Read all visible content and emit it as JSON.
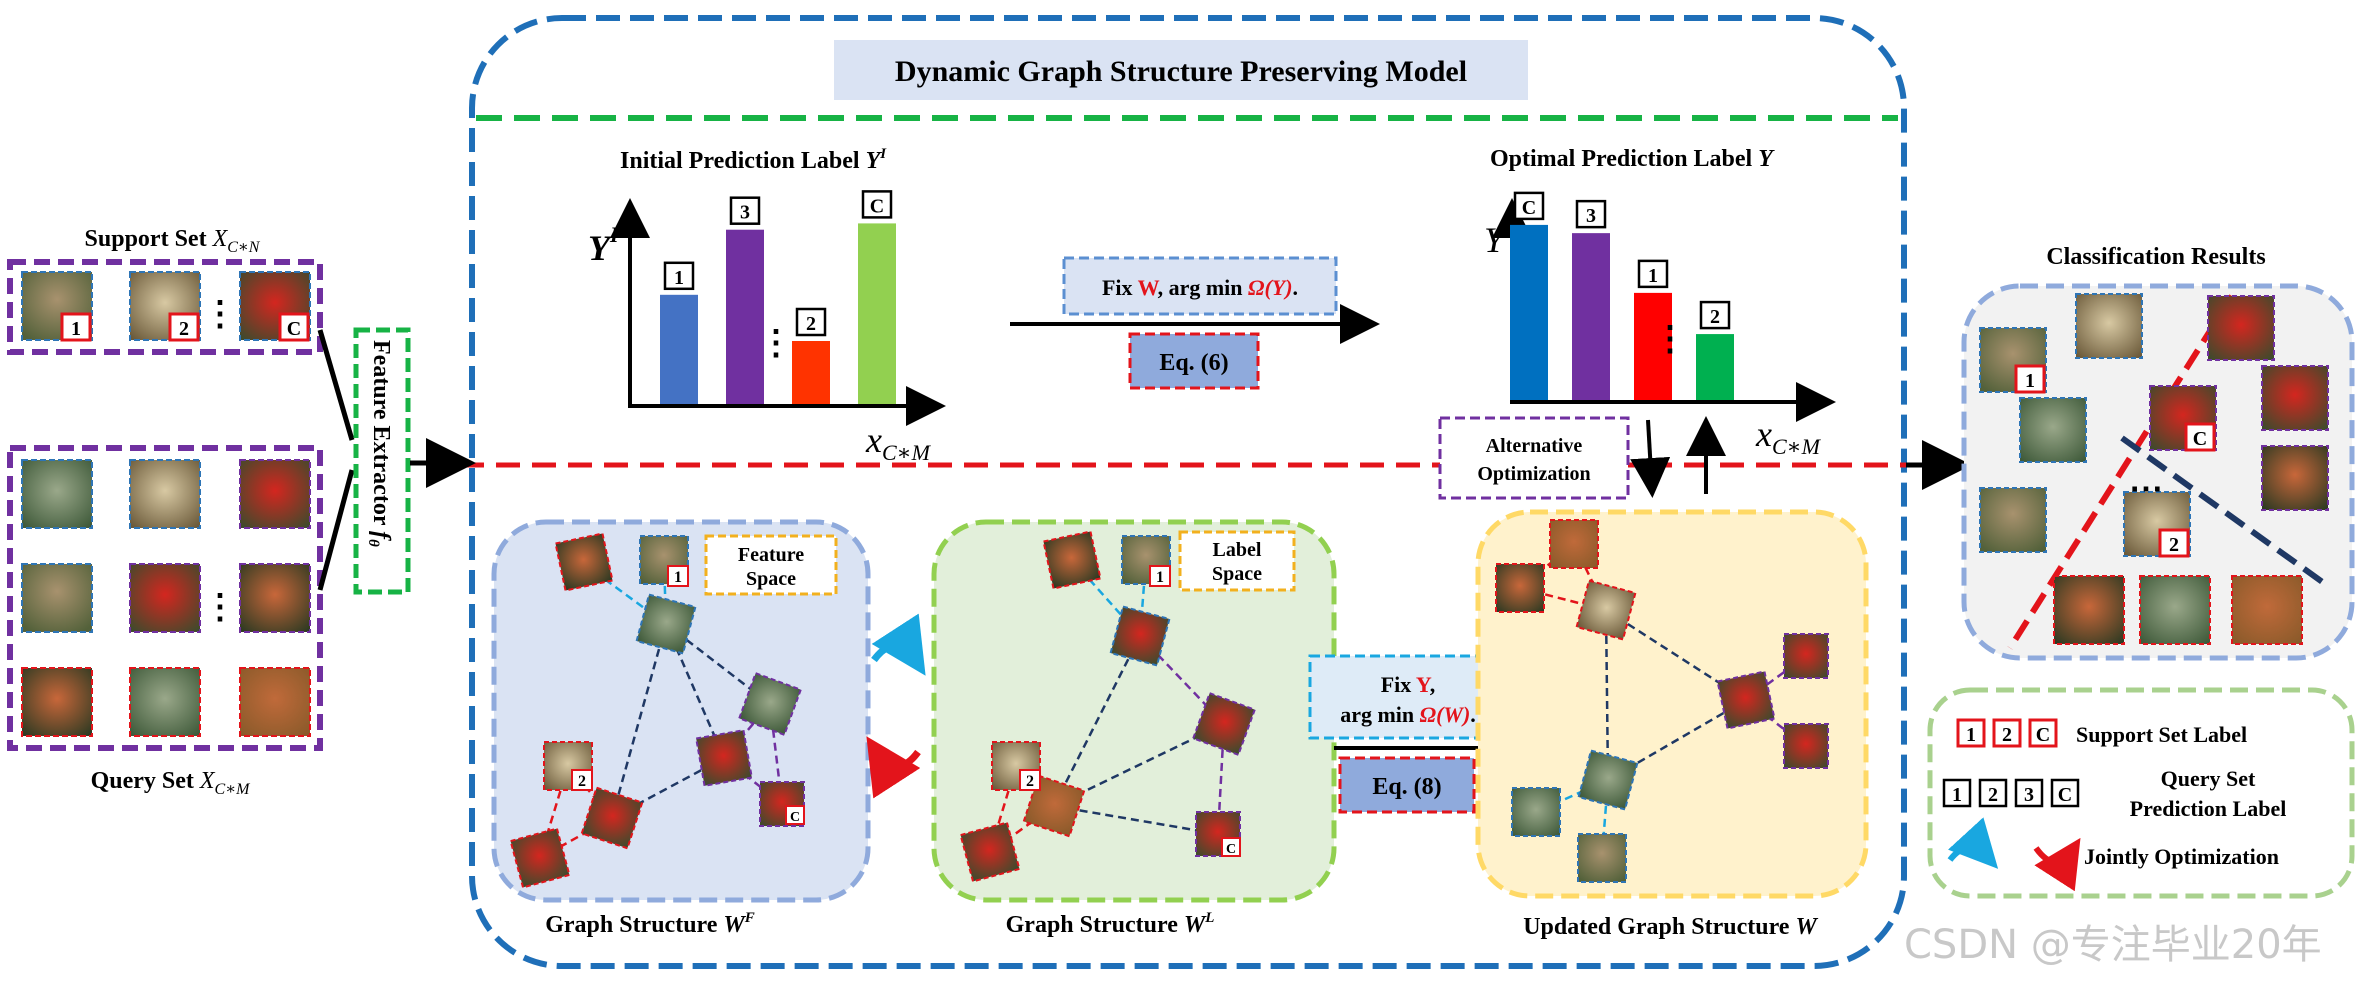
{
  "title": "Dynamic Graph Structure Preserving Model",
  "support_set": {
    "label": "Support Set",
    "var": "X",
    "sub": "C∗N",
    "labels": [
      "1",
      "2",
      "C"
    ],
    "dots": "⋮"
  },
  "query_set": {
    "label": "Query  Set",
    "var": "X",
    "sub": "C∗M",
    "dots": "⋮"
  },
  "feature_extractor": {
    "label": "Feature Extractor",
    "var": "f",
    "sub": "θ"
  },
  "initial_chart": {
    "title": "Initial Prediction Label",
    "title_var": "Y",
    "title_sup": "I",
    "ylabel": "Y",
    "ylabel_sup": "I",
    "xlabel": "x",
    "xlabel_sub": "C∗M",
    "categories": [
      "1",
      "3",
      "2",
      "C"
    ],
    "values": [
      0.52,
      0.83,
      0.3,
      0.86
    ],
    "colors": [
      "#4472c4",
      "#7030a0",
      "#ff3300",
      "#92d050"
    ],
    "dots": "⋮"
  },
  "optimal_chart": {
    "title": "Optimal Prediction Label",
    "title_var": "Y",
    "ylabel": "Y",
    "xlabel": "x",
    "xlabel_sub": "C∗M",
    "categories": [
      "C",
      "3",
      "1",
      "2"
    ],
    "values": [
      0.85,
      0.81,
      0.52,
      0.32
    ],
    "colors": [
      "#0070c0",
      "#7030a0",
      "#ff0000",
      "#00b050"
    ],
    "dots": "⋮"
  },
  "fix_w": {
    "prefix": "Fix ",
    "var": "W",
    "mid": ",  arg min ",
    "omega": "Ω(Y)",
    "end": "."
  },
  "eq6": "Eq. (6)",
  "alt_opt": {
    "line1": "Alternative",
    "line2": "Optimization"
  },
  "fix_y": {
    "prefix": "Fix ",
    "var": "Y",
    "end1": ",",
    "line2": "arg min ",
    "omega": "Ω(W)",
    "end2": "."
  },
  "eq8": "Eq. (8)",
  "feature_space": {
    "line1": "Feature",
    "line2": "Space"
  },
  "label_space": {
    "line1": "Label",
    "line2": "Space"
  },
  "graph_wf": {
    "label": "Graph Structure",
    "var": "W",
    "sup": "F",
    "labels": [
      "1",
      "2",
      "C"
    ]
  },
  "graph_wl": {
    "label": "Graph Structure",
    "var": "W",
    "sup": "L",
    "labels": [
      "1",
      "2",
      "C"
    ]
  },
  "graph_w": {
    "label": "Updated Graph Structure",
    "var": "W"
  },
  "classification": {
    "title": "Classification Results",
    "labels": [
      "1",
      "C",
      "2"
    ],
    "dots": "⋯"
  },
  "legend": {
    "support_labels": [
      "1",
      "2",
      "C"
    ],
    "support_text": "Support Set Label",
    "query_labels": [
      "1",
      "2",
      "3",
      "C"
    ],
    "query_line1": "Query Set",
    "query_line2": "Prediction Label",
    "joint_text": "Jointly Optimization"
  },
  "watermark": "CSDN @专注毕业20年",
  "colors": {
    "blue_border": "#1f6fb8",
    "green_border": "#17b345",
    "red_dash": "#e3141b",
    "purple": "#7030a0",
    "navy": "#1f3864"
  }
}
